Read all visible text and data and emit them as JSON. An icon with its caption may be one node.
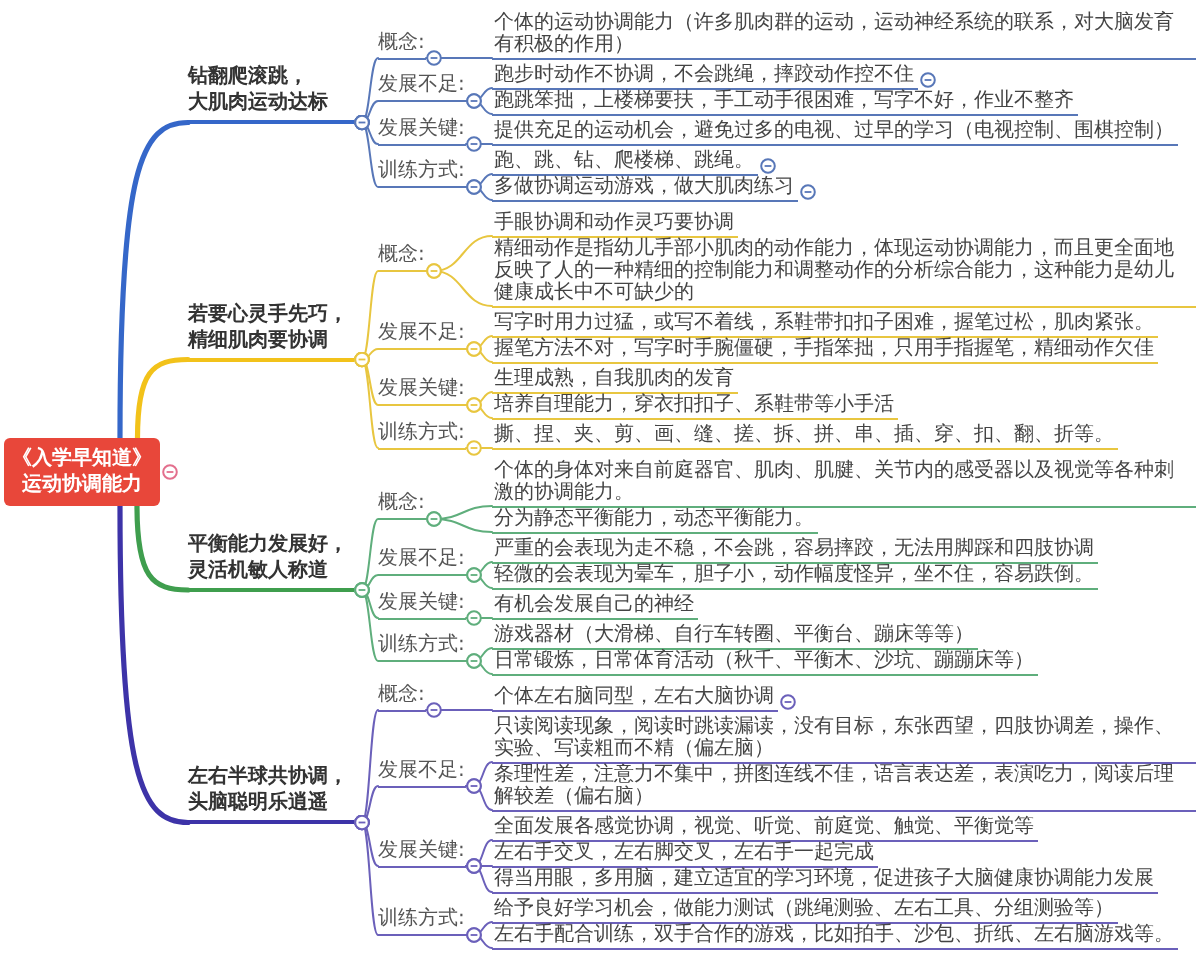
{
  "diagram": {
    "nodes": [
      {
        "text": [
          "《入学早知道》运动协调能力"
        ]
      },
      {
        "text": [
          "钻翻爬滚跳，大肌肉运动达标"
        ]
      },
      {
        "text": [
          "概念:"
        ]
      },
      {
        "text": [
          "个体的运动协调能力（许多肌肉群的运动，运动神经系统的联系，对大脑发育有积极的作用）"
        ]
      },
      {
        "text": [
          "发展不足:"
        ]
      },
      {
        "text": [
          "跑步时动作不协调，不会跳绳，摔跤动作控不住"
        ]
      },
      {
        "text": [
          "跑跳笨拙，上楼梯要扶，手工动手很困难，写字不好，作业不整齐"
        ]
      },
      {
        "text": [
          "发展关键:"
        ]
      },
      {
        "text": [
          "提供充足的运动机会，避免过多的电视、过早的学习（电视控制、围棋控制）"
        ]
      },
      {
        "text": [
          "训练方式:"
        ]
      },
      {
        "text": [
          "跑、跳、钻、爬楼梯、跳绳。"
        ]
      },
      {
        "text": [
          "多做协调运动游戏，做大肌肉练习"
        ]
      },
      {
        "text": [
          "若要心灵手先巧，精细肌肉要协调"
        ]
      },
      {
        "text": [
          "概念:"
        ]
      },
      {
        "text": [
          "手眼协调和动作灵巧要协调"
        ]
      },
      {
        "text": [
          "精细动作是指幼儿手部小肌肉的动作能力，体现运动协调能力，而且更全面地反映了人的一种精细的控制能力和调整动作的分析综合能力，这种能力是幼儿健康成长中不可缺少的"
        ]
      },
      {
        "text": [
          "发展不足:"
        ]
      },
      {
        "text": [
          "写字时用力过猛，或写不着线，系鞋带扣扣子困难，握笔过松，肌肉紧张。"
        ]
      },
      {
        "text": [
          "握笔方法不对，写字时手腕僵硬，手指笨拙，只用手指握笔，精细动作欠佳"
        ]
      },
      {
        "text": [
          "发展关键:"
        ]
      },
      {
        "text": [
          "生理成熟，自我肌肉的发育"
        ]
      },
      {
        "text": [
          "培养自理能力，穿衣扣扣子、系鞋带等小手活"
        ]
      },
      {
        "text": [
          "训练方式:"
        ]
      },
      {
        "text": [
          "撕、捏、夹、剪、画、缝、搓、拆、拼、串、插、穿、扣、翻、折等。"
        ]
      },
      {
        "text": [
          "平衡能力发展好，灵活机敏人称道"
        ]
      },
      {
        "text": [
          "概念:"
        ]
      },
      {
        "text": [
          "个体的身体对来自前庭器官、肌肉、肌腱、关节内的感受器以及视觉等各种刺激的协调能力。"
        ]
      },
      {
        "text": [
          "分为静态平衡能力，动态平衡能力。"
        ]
      },
      {
        "text": [
          "发展不足:"
        ]
      },
      {
        "text": [
          "严重的会表现为走不稳，不会跳，容易摔跤，无法用脚踩和四肢协调"
        ]
      },
      {
        "text": [
          "轻微的会表现为晕车，胆子小，动作幅度怪异，坐不住，容易跌倒。"
        ]
      },
      {
        "text": [
          "发展关键:"
        ]
      },
      {
        "text": [
          "有机会发展自己的神经"
        ]
      },
      {
        "text": [
          "训练方式:"
        ]
      },
      {
        "text": [
          "游戏器材（大滑梯、自行车转圈、平衡台、蹦床等等）"
        ]
      },
      {
        "text": [
          "日常锻炼，日常体育活动（秋千、平衡木、沙坑、蹦蹦床等）"
        ]
      },
      {
        "text": [
          "左右半球共协调，头脑聪明乐逍遥"
        ]
      },
      {
        "text": [
          "概念:"
        ]
      },
      {
        "text": [
          "个体左右脑同型，左右大脑协调"
        ]
      },
      {
        "text": [
          "发展不足:"
        ]
      },
      {
        "text": [
          "只读阅读现象，阅读时跳读漏读，没有目标，东张西望，四肢协调差，操作、实验、写读粗而不精（偏左脑）"
        ]
      },
      {
        "text": [
          "条理性差，注意力不集中，拼图连线不佳，语言表达差，表演吃力，阅读后理解较差（偏右脑）"
        ]
      },
      {
        "text": [
          "发展关键:"
        ]
      },
      {
        "text": [
          "全面发展各感觉协调，视觉、听觉、前庭觉、触觉、平衡觉等"
        ]
      },
      {
        "text": [
          "左右手交叉，左右脚交叉，左右手一起完成"
        ]
      },
      {
        "text": [
          "得当用眼，多用脑，建立适宜的学习环境，促进孩子大脑健康协调能力发展"
        ]
      },
      {
        "text": [
          "训练方式:"
        ]
      },
      {
        "text": [
          "给予良好学习机会，做能力测试（跳绳测验、左右工具、分组测验等）"
        ]
      },
      {
        "text": [
          "左右手配合训练，双手合作的游戏，比如拍手、沙包、折纸、左右脑游戏等。"
        ]
      }
    ],
    "edges": [
      {
        "from": 0,
        "to": 1,
        "arrow": "none",
        "style": "thick",
        "color": "#3567c9"
      },
      {
        "from": 1,
        "to": 2,
        "arrow": "other",
        "color": "#5877b8"
      },
      {
        "from": 2,
        "to": 3,
        "arrow": "other",
        "color": "#5877b8"
      },
      {
        "from": 1,
        "to": 4,
        "arrow": "other",
        "color": "#5877b8"
      },
      {
        "from": 4,
        "to": 5,
        "arrow": "other",
        "color": "#5877b8"
      },
      {
        "from": 4,
        "to": 6,
        "arrow": "other",
        "color": "#5877b8"
      },
      {
        "from": 1,
        "to": 7,
        "arrow": "other",
        "color": "#5877b8"
      },
      {
        "from": 7,
        "to": 8,
        "arrow": "other",
        "color": "#5877b8"
      },
      {
        "from": 1,
        "to": 9,
        "arrow": "other",
        "color": "#5877b8"
      },
      {
        "from": 9,
        "to": 10,
        "arrow": "other",
        "color": "#5877b8"
      },
      {
        "from": 9,
        "to": 11,
        "arrow": "other",
        "color": "#5877b8"
      },
      {
        "from": 0,
        "to": 12,
        "arrow": "none",
        "style": "thick",
        "color": "#f2c21a"
      },
      {
        "from": 12,
        "to": 13,
        "arrow": "other",
        "color": "#e8c640"
      },
      {
        "from": 13,
        "to": 14,
        "arrow": "other",
        "color": "#e8c640"
      },
      {
        "from": 13,
        "to": 15,
        "arrow": "other",
        "color": "#e8c640"
      },
      {
        "from": 12,
        "to": 16,
        "arrow": "other",
        "color": "#e8c640"
      },
      {
        "from": 16,
        "to": 17,
        "arrow": "other",
        "color": "#e8c640"
      },
      {
        "from": 16,
        "to": 18,
        "arrow": "other",
        "color": "#e8c640"
      },
      {
        "from": 12,
        "to": 19,
        "arrow": "other",
        "color": "#e8c640"
      },
      {
        "from": 19,
        "to": 20,
        "arrow": "other",
        "color": "#e8c640"
      },
      {
        "from": 19,
        "to": 21,
        "arrow": "other",
        "color": "#e8c640"
      },
      {
        "from": 12,
        "to": 22,
        "arrow": "other",
        "color": "#e8c640"
      },
      {
        "from": 22,
        "to": 23,
        "arrow": "other",
        "color": "#e8c640"
      },
      {
        "from": 0,
        "to": 24,
        "arrow": "none",
        "style": "thick",
        "color": "#3f9e4e"
      },
      {
        "from": 24,
        "to": 25,
        "arrow": "other",
        "color": "#5fae7c"
      },
      {
        "from": 25,
        "to": 26,
        "arrow": "other",
        "color": "#5fae7c"
      },
      {
        "from": 25,
        "to": 27,
        "arrow": "other",
        "color": "#5fae7c"
      },
      {
        "from": 24,
        "to": 28,
        "arrow": "other",
        "color": "#5fae7c"
      },
      {
        "from": 28,
        "to": 29,
        "arrow": "other",
        "color": "#5fae7c"
      },
      {
        "from": 28,
        "to": 30,
        "arrow": "other",
        "color": "#5fae7c"
      },
      {
        "from": 24,
        "to": 31,
        "arrow": "other",
        "color": "#5fae7c"
      },
      {
        "from": 31,
        "to": 32,
        "arrow": "other",
        "color": "#5fae7c"
      },
      {
        "from": 24,
        "to": 33,
        "arrow": "other",
        "color": "#5fae7c"
      },
      {
        "from": 33,
        "to": 34,
        "arrow": "other",
        "color": "#5fae7c"
      },
      {
        "from": 33,
        "to": 35,
        "arrow": "other",
        "color": "#5fae7c"
      },
      {
        "from": 0,
        "to": 36,
        "arrow": "none",
        "style": "thick",
        "color": "#3d33a8"
      },
      {
        "from": 36,
        "to": 37,
        "arrow": "other",
        "color": "#6b60ba"
      },
      {
        "from": 37,
        "to": 38,
        "arrow": "other",
        "color": "#6b60ba"
      },
      {
        "from": 36,
        "to": 39,
        "arrow": "other",
        "color": "#6b60ba"
      },
      {
        "from": 39,
        "to": 40,
        "arrow": "other",
        "color": "#6b60ba"
      },
      {
        "from": 39,
        "to": 41,
        "arrow": "other",
        "color": "#6b60ba"
      },
      {
        "from": 36,
        "to": 42,
        "arrow": "other",
        "color": "#6b60ba"
      },
      {
        "from": 42,
        "to": 43,
        "arrow": "other",
        "color": "#6b60ba"
      },
      {
        "from": 42,
        "to": 44,
        "arrow": "other",
        "color": "#6b60ba"
      },
      {
        "from": 42,
        "to": 45,
        "arrow": "other",
        "color": "#6b60ba"
      },
      {
        "from": 36,
        "to": 46,
        "arrow": "other",
        "color": "#6b60ba"
      },
      {
        "from": 46,
        "to": 47,
        "arrow": "other",
        "color": "#6b60ba"
      },
      {
        "from": 46,
        "to": 48,
        "arrow": "other",
        "color": "#6b60ba"
      }
    ]
  }
}
